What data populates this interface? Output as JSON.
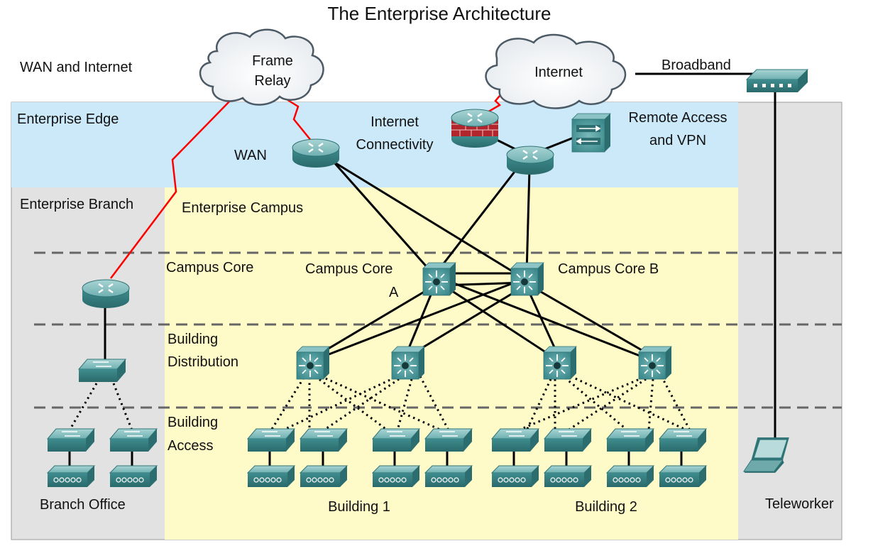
{
  "title": "The Enterprise Architecture",
  "zones": {
    "wan_internet": "WAN and Internet",
    "enterprise_edge": "Enterprise Edge",
    "enterprise_branch": "Enterprise Branch",
    "enterprise_campus": "Enterprise Campus"
  },
  "clouds": {
    "frame_relay": [
      "Frame",
      "Relay"
    ],
    "internet": "Internet"
  },
  "edge_labels": {
    "wan": "WAN",
    "internet_connectivity": [
      "Internet",
      "Connectivity"
    ],
    "remote_access": [
      "Remote Access",
      "and VPN"
    ],
    "broadband": "Broadband"
  },
  "layers": {
    "campus_core": "Campus Core",
    "building_distribution": [
      "Building",
      "Distribution"
    ],
    "building_access": [
      "Building",
      "Access"
    ]
  },
  "switch_labels": {
    "core_a": [
      "Campus Core",
      "A"
    ],
    "core_b": "Campus Core B"
  },
  "bottom_labels": {
    "branch_office": "Branch Office",
    "building_1": "Building 1",
    "building_2": "Building 2",
    "teleworker": "Teleworker"
  },
  "colors": {
    "edge_zone": "#cce9fa",
    "campus_zone": "#fffbc8",
    "side_zone": "#e2e2e2",
    "device": "#3d8a8d",
    "wan_link": "#ff0000"
  }
}
